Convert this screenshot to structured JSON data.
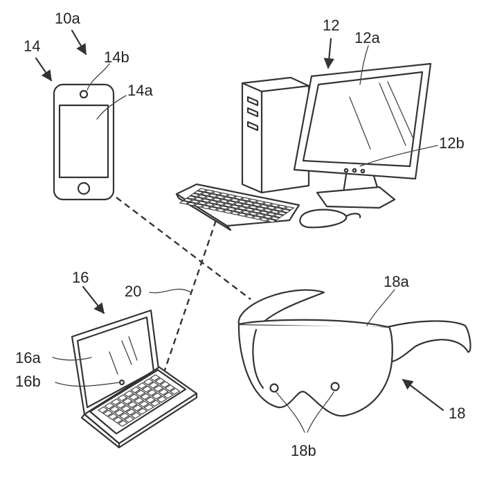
{
  "labels": {
    "l10a": "10a",
    "l14": "14",
    "l14b": "14b",
    "l14a": "14a",
    "l12": "12",
    "l12a": "12a",
    "l12b": "12b",
    "l16": "16",
    "l20": "20",
    "l18a": "18a",
    "l16a": "16a",
    "l16b": "16b",
    "l18": "18",
    "l18b": "18b"
  },
  "style": {
    "line_color": "#333333",
    "background": "#ffffff"
  }
}
